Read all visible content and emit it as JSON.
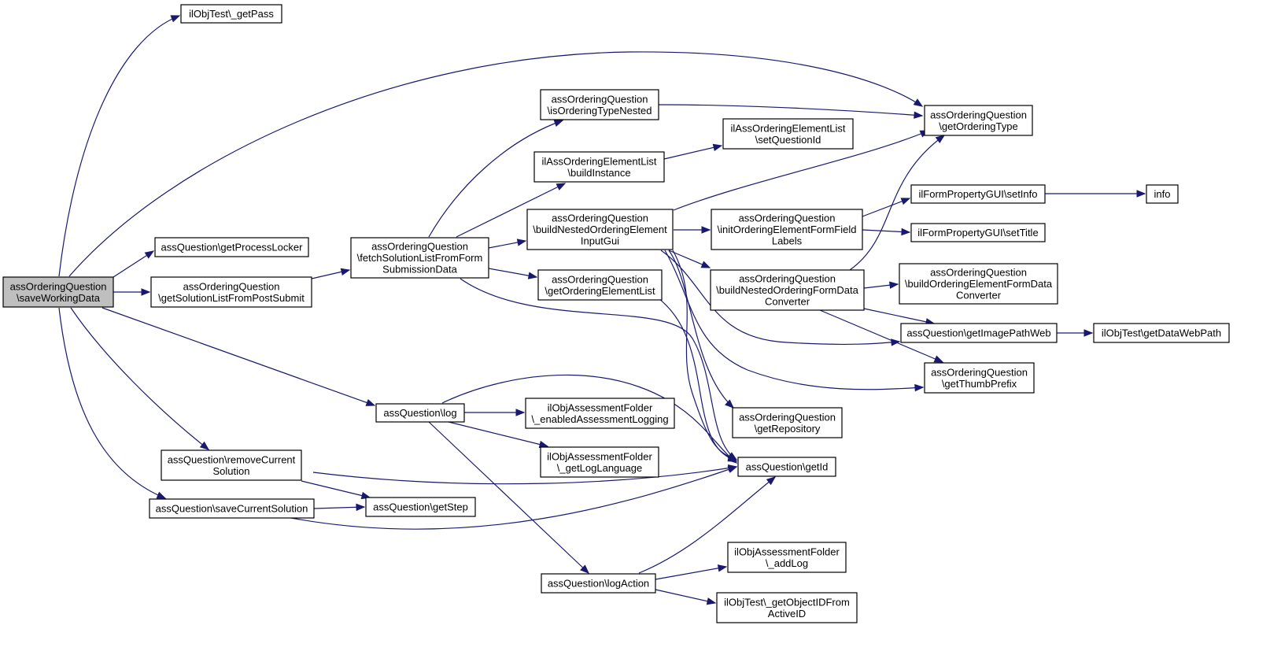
{
  "diagram": {
    "nodes": {
      "root": [
        "assOrderingQuestion",
        "\\saveWorkingData"
      ],
      "getPass": [
        "ilObjTest\\_getPass"
      ],
      "getProcessLocker": [
        "assQuestion\\getProcessLocker"
      ],
      "getSolutionListFromPostSubmit": [
        "assOrderingQuestion",
        "\\getSolutionListFromPostSubmit"
      ],
      "log": [
        "assQuestion\\log"
      ],
      "removeCurrentSolution": [
        "assQuestion\\removeCurrent",
        "Solution"
      ],
      "saveCurrentSolution": [
        "assQuestion\\saveCurrentSolution"
      ],
      "fetchSolutionList": [
        "assOrderingQuestion",
        "\\fetchSolutionListFromForm",
        "SubmissionData"
      ],
      "getStep": [
        "assQuestion\\getStep"
      ],
      "logAction": [
        "assQuestion\\logAction"
      ],
      "isOrderingTypeNested": [
        "assOrderingQuestion",
        "\\isOrderingTypeNested"
      ],
      "buildInstance": [
        "ilAssOrderingElementList",
        "\\buildInstance"
      ],
      "buildNestedInputGui": [
        "assOrderingQuestion",
        "\\buildNestedOrderingElement",
        "InputGui"
      ],
      "getOrderingElementList": [
        "assOrderingQuestion",
        "\\getOrderingElementList"
      ],
      "enabledAssessmentLogging": [
        "ilObjAssessmentFolder",
        "\\_enabledAssessmentLogging"
      ],
      "getLogLanguage": [
        "ilObjAssessmentFolder",
        "\\_getLogLanguage"
      ],
      "setQuestionId": [
        "ilAssOrderingElementList",
        "\\setQuestionId"
      ],
      "initFieldLabels": [
        "assOrderingQuestion",
        "\\initOrderingElementFormField",
        "Labels"
      ],
      "buildNestedConverter": [
        "assOrderingQuestion",
        "\\buildNestedOrderingFormData",
        "Converter"
      ],
      "getRepository": [
        "assOrderingQuestion",
        "\\getRepository"
      ],
      "getId": [
        "assQuestion\\getId"
      ],
      "addLog": [
        "ilObjAssessmentFolder",
        "\\_addLog"
      ],
      "getObjectIDFromActiveID": [
        "ilObjTest\\_getObjectIDFrom",
        "ActiveID"
      ],
      "getOrderingType": [
        "assOrderingQuestion",
        "\\getOrderingType"
      ],
      "setInfo": [
        "ilFormPropertyGUI\\setInfo"
      ],
      "setTitle": [
        "ilFormPropertyGUI\\setTitle"
      ],
      "buildConverter": [
        "assOrderingQuestion",
        "\\buildOrderingElementFormData",
        "Converter"
      ],
      "getImagePathWeb": [
        "assQuestion\\getImagePathWeb"
      ],
      "getThumbPrefix": [
        "assOrderingQuestion",
        "\\getThumbPrefix"
      ],
      "info": [
        "info"
      ],
      "getDataWebPath": [
        "ilObjTest\\getDataWebPath"
      ]
    },
    "colors": {
      "edge": "#191970",
      "root_fill": "#bfbfbf",
      "node_fill": "#ffffff",
      "node_stroke": "#000000"
    }
  }
}
